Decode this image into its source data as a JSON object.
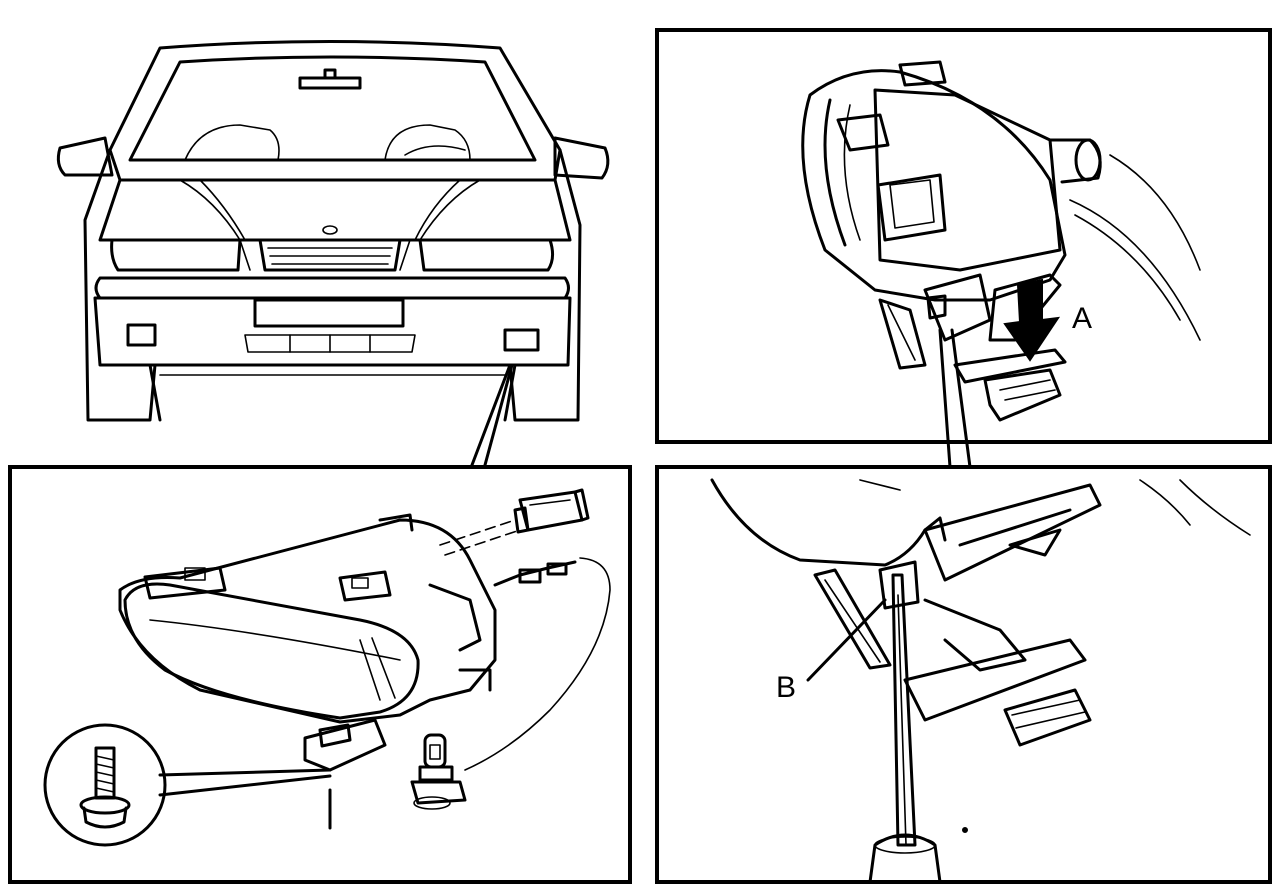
{
  "callouts": {
    "a": "A",
    "b": "B"
  },
  "icons": {
    "panel_1": "car-front-view",
    "panel_2": "fog-lamp-exploded-view",
    "panel_3": "fog-lamp-rear-detail",
    "panel_4": "screwdriver-clip-detail",
    "arrow": "down-arrow-icon",
    "bulb": "halogen-bulb-icon",
    "screw": "screw-icon"
  },
  "colors": {
    "ink": "#000000",
    "paper": "#ffffff"
  }
}
